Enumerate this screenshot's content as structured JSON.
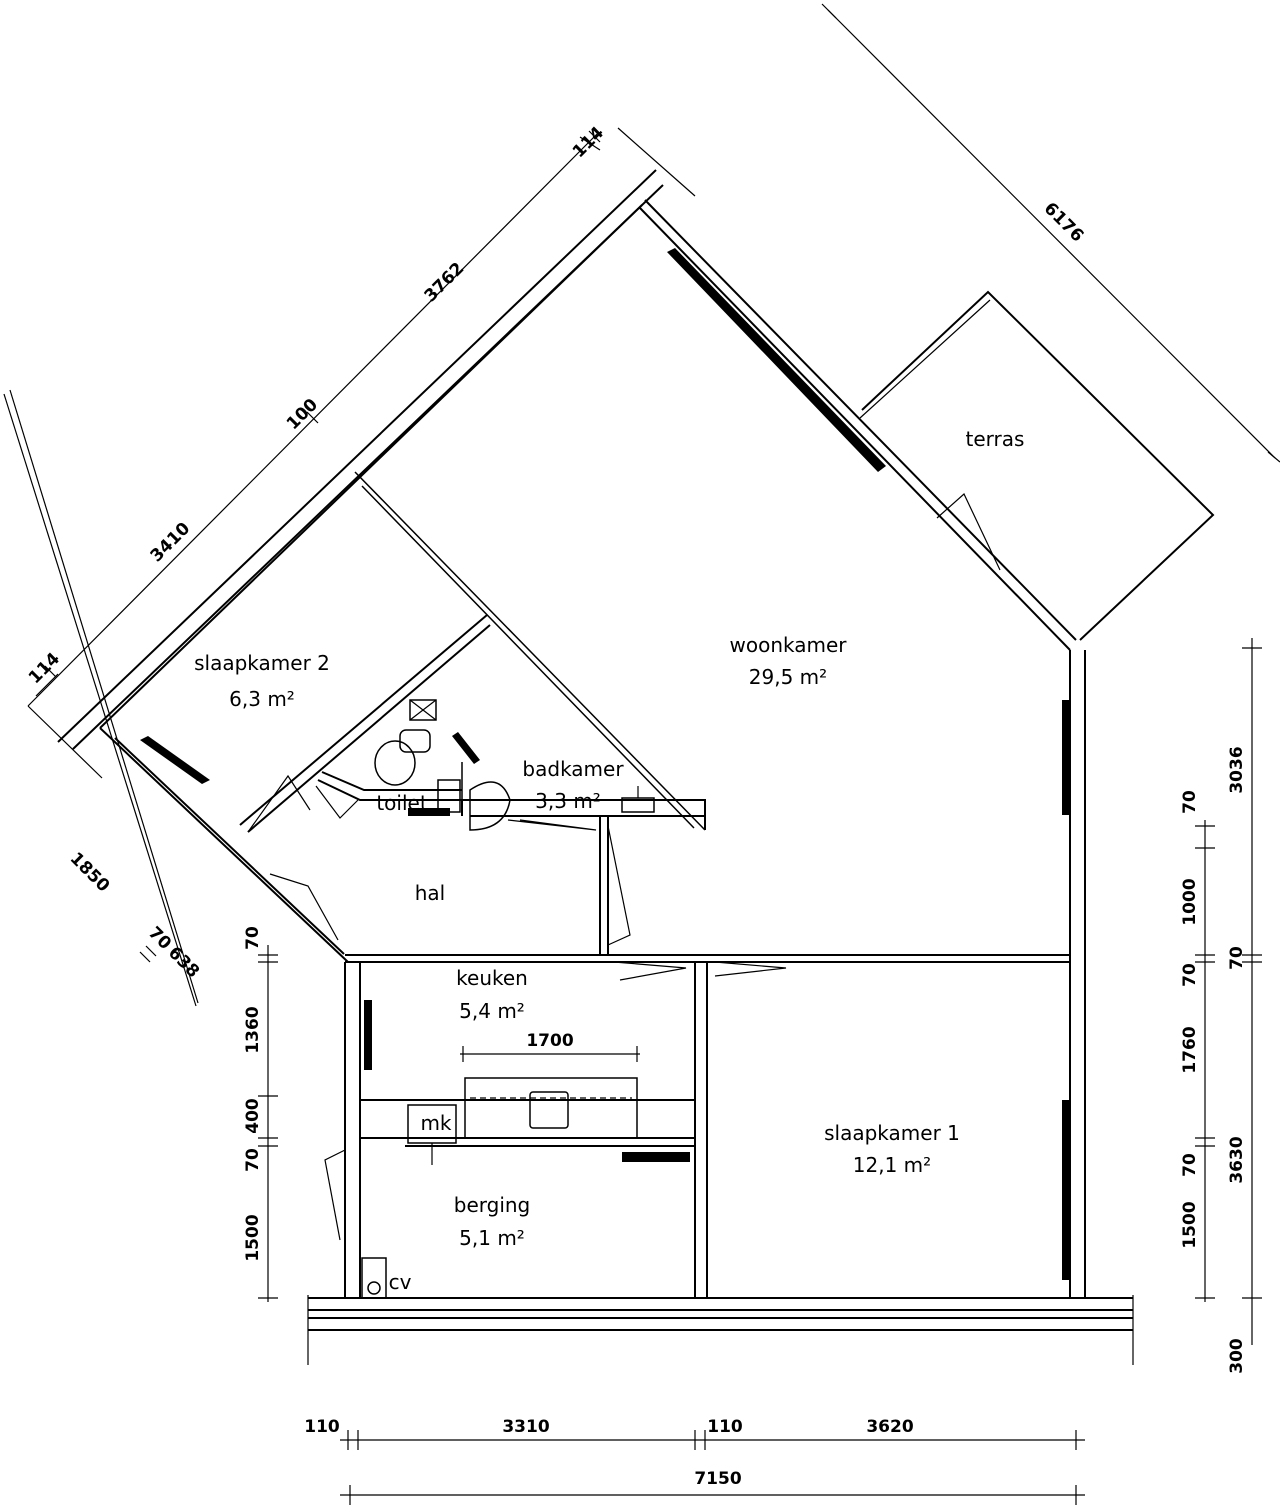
{
  "rooms": {
    "woonkamer": {
      "name": "woonkamer",
      "area": "29,5 m²"
    },
    "slaapkamer2": {
      "name": "slaapkamer 2",
      "area": "6,3 m²"
    },
    "badkamer": {
      "name": "badkamer",
      "area": "3,3 m²"
    },
    "toilet": {
      "name": "toilet"
    },
    "hal": {
      "name": "hal"
    },
    "keuken": {
      "name": "keuken",
      "area": "5,4 m²"
    },
    "berging": {
      "name": "berging",
      "area": "5,1 m²"
    },
    "slaapkamer1": {
      "name": "slaapkamer 1",
      "area": "12,1 m²"
    },
    "terras": {
      "name": "terras"
    }
  },
  "fixtures": {
    "mk": "mk",
    "cv": "cv"
  },
  "dimensions": {
    "diagonal_top": [
      "114",
      "3762",
      "100",
      "3410",
      "114"
    ],
    "diagonal_right": "6176",
    "diagonal_left": [
      "1850",
      "70",
      "638"
    ],
    "left_vertical": [
      "70",
      "1360",
      "400",
      "70",
      "1500"
    ],
    "right_inner": [
      "70",
      "1000",
      "70",
      "1760",
      "70",
      "1500"
    ],
    "right_outer": [
      "3036",
      "70",
      "3630",
      "300"
    ],
    "bottom": [
      "110",
      "3310",
      "110",
      "3620"
    ],
    "bottom_total": "7150",
    "kitchen_counter": "1700"
  }
}
